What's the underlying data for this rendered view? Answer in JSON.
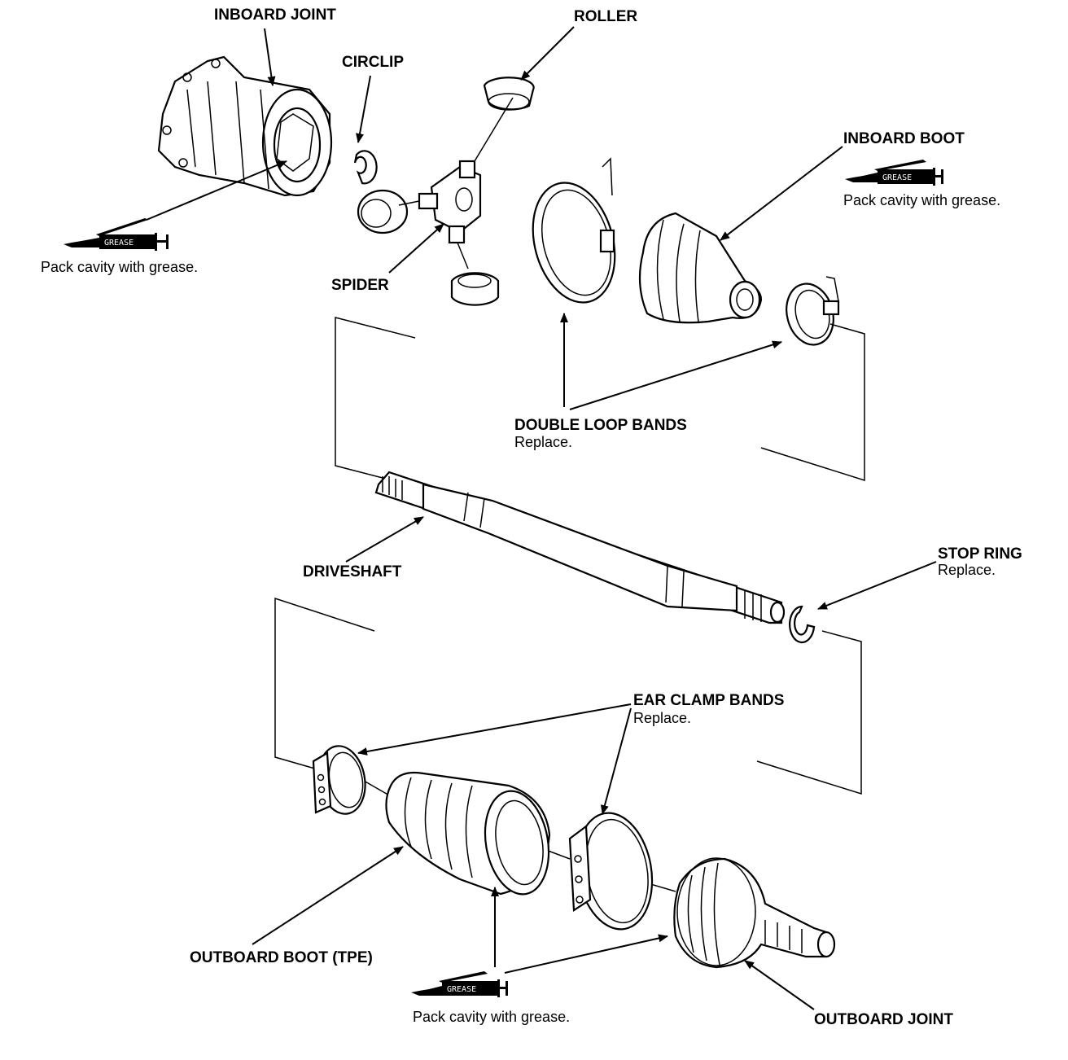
{
  "labels": {
    "inboard_joint": "INBOARD JOINT",
    "circlip": "CIRCLIP",
    "roller": "ROLLER",
    "inboard_boot": "INBOARD BOOT",
    "spider": "SPIDER",
    "double_loop_bands": "DOUBLE LOOP BANDS",
    "double_loop_bands_note": "Replace.",
    "driveshaft": "DRIVESHAFT",
    "stop_ring": "STOP RING",
    "stop_ring_note": "Replace.",
    "ear_clamp_bands": "EAR CLAMP BANDS",
    "ear_clamp_bands_note": "Replace.",
    "outboard_boot": "OUTBOARD BOOT (TPE)",
    "outboard_joint": "OUTBOARD JOINT"
  },
  "grease_notes": {
    "inboard_joint": "Pack cavity with grease.",
    "inboard_boot": "Pack cavity with grease.",
    "outboard": "Pack cavity with grease."
  },
  "grease_tube_text": "GREASE",
  "icons": [
    "grease-tube-icon"
  ]
}
